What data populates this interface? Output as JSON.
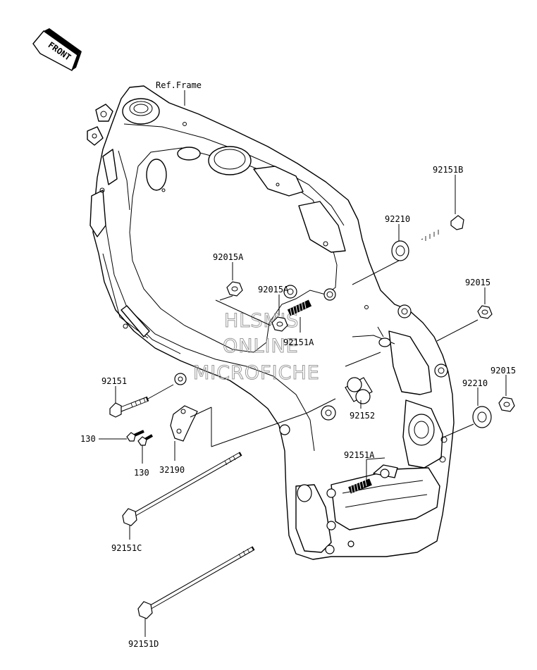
{
  "front_tag": "FRONT",
  "watermark": [
    "HLSM'S",
    "ONLINE",
    "MICROFICHE"
  ],
  "labels": {
    "ref_frame": "Ref.Frame",
    "p92151B": "92151B",
    "p92210_top": "92210",
    "p92015A_1": "92015A",
    "p92015A_2": "92015A",
    "p92151A_1": "92151A",
    "p92015_1": "92015",
    "p92015_2": "92015",
    "p92210_2": "92210",
    "p92151": "92151",
    "p130_1": "130",
    "p130_2": "130",
    "p32190": "32190",
    "p92152": "92152",
    "p92151A_2": "92151A",
    "p92151C": "92151C",
    "p92151D": "92151D"
  }
}
